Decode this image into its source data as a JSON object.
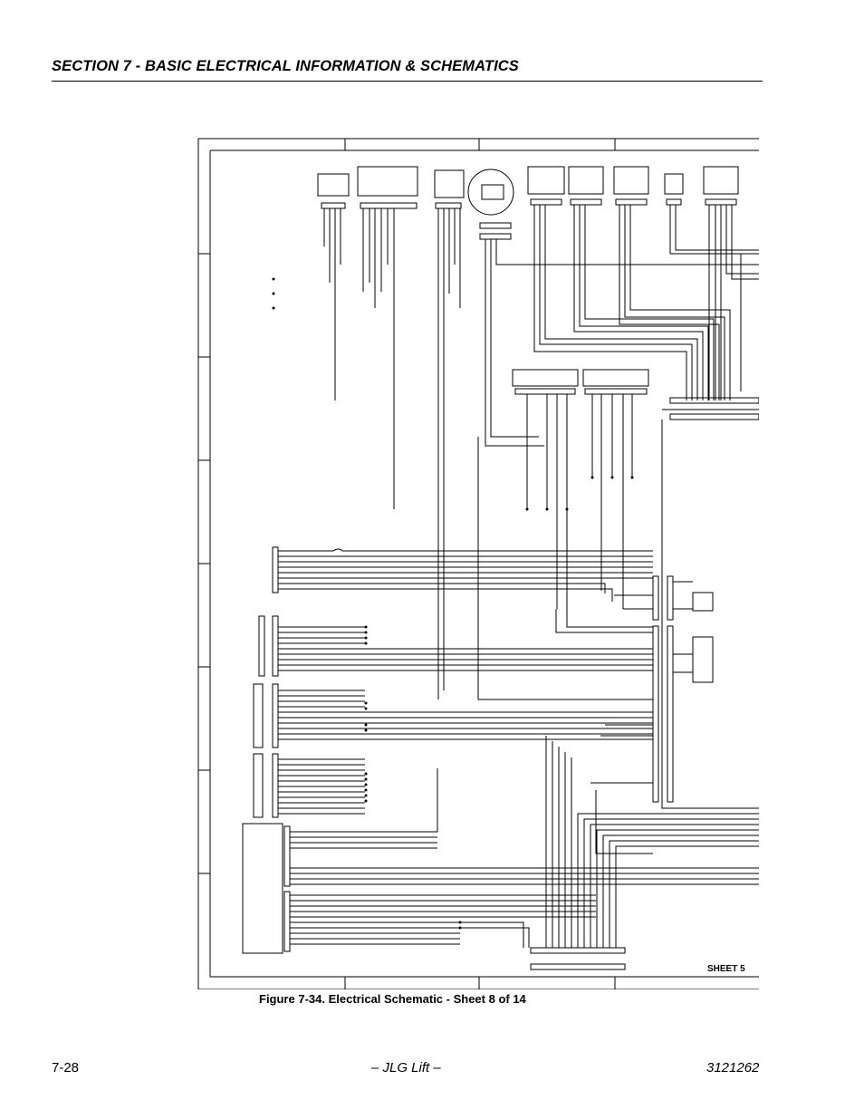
{
  "header": {
    "section_title": "SECTION 7 - BASIC ELECTRICAL INFORMATION & SCHEMATICS"
  },
  "figure": {
    "sheet_label": "SHEET 5",
    "caption": "Figure 7-34.  Electrical Schematic - Sheet 8 of 14"
  },
  "footer": {
    "page_number": "7-28",
    "center_text": "– JLG Lift –",
    "doc_number": "3121262"
  }
}
